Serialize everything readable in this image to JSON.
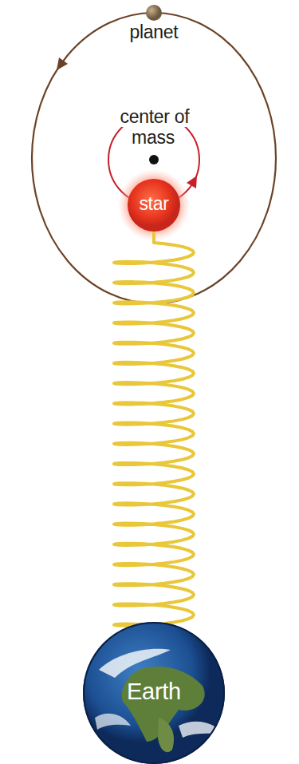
{
  "diagram": {
    "nodes": [
      {
        "text": [
          "planet"
        ]
      },
      {
        "text": [
          "star"
        ]
      },
      {
        "text": [
          "Earth"
        ]
      }
    ],
    "edges": [
      {
        "from": 1,
        "to": 2,
        "arrow": "none"
      }
    ],
    "labels": [
      "center of mass"
    ]
  }
}
